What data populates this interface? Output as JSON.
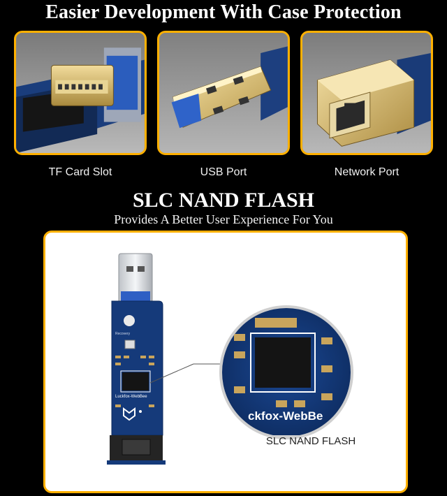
{
  "header": {
    "title": "Easier Development With Case Protection"
  },
  "features": [
    {
      "label": "TF Card Slot"
    },
    {
      "label": "USB Port"
    },
    {
      "label": "Network Port"
    }
  ],
  "flash_section": {
    "title": "SLC NAND FLASH",
    "subtitle": "Provides A Better User Experience For You",
    "zoom_label": "SLC NAND FLASH"
  },
  "board": {
    "name_text": "Luckfox-WebBee",
    "zoom_text": "ckfox-WebBe",
    "button_text": "Recovery"
  },
  "colors": {
    "accent": "#ffb000",
    "pcb_blue": "#153a7a",
    "gold": "#d4b066"
  }
}
